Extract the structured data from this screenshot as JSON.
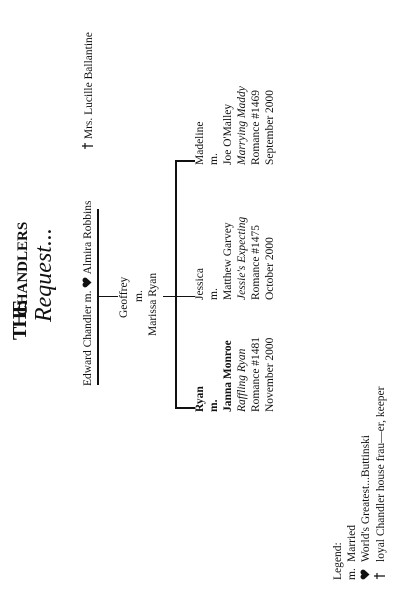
{
  "logo": {
    "the": "THE",
    "chandlers": "CHANDLERS",
    "request": "Request..."
  },
  "top_left": "Edward Chandler m.",
  "top_left_right": "Almira Robbins",
  "top_right": "Mrs. Lucille Ballantine",
  "geoffrey": {
    "name": "Geoffrey",
    "m": "m.",
    "spouse": "Marissa Ryan"
  },
  "children": [
    {
      "name": "Ryan",
      "m": "m.",
      "spouse": "Janna Monroe",
      "title": "Raffling Ryan",
      "romance": "Romance #1481",
      "date": "November 2000"
    },
    {
      "name": "Jessica",
      "m": "m.",
      "spouse": "Matthew Garvey",
      "title": "Jessie's Expecting",
      "romance": "Romance #1475",
      "date": "October 2000"
    },
    {
      "name": "Madeline",
      "m": "m.",
      "spouse": "Joe O'Malley",
      "title": "Marrying Maddy",
      "romance": "Romance #1469",
      "date": "September 2000"
    }
  ],
  "legend": {
    "title": "Legend:",
    "items": [
      {
        "symbol": "m.",
        "text": "Married"
      },
      {
        "icon": "heart-icon",
        "text": "World's Greatest...Buttinski"
      },
      {
        "icon": "cross-icon",
        "text": "loyal Chandler house frau—er, keeper"
      }
    ]
  }
}
